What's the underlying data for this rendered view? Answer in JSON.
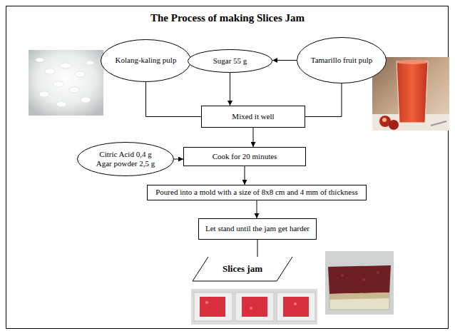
{
  "diagram": {
    "title": "The Process of making Slices Jam",
    "nodes": [
      {
        "text": [
          "Kolang-kaling pulp"
        ]
      },
      {
        "text": [
          "Sugar 55 g"
        ]
      },
      {
        "text": [
          "Tamarillo fruit pulp"
        ]
      },
      {
        "text": [
          "Mixed it well"
        ]
      },
      {
        "text": [
          "Citric Acid 0,4 g",
          "Agar powder 2,5 g"
        ]
      },
      {
        "text": [
          "Cook for 20 minutes"
        ]
      },
      {
        "text": [
          "Poured into a mold with a size of 8x8 cm and 4 mm of thickness"
        ]
      },
      {
        "text": [
          "Let stand until the jam get harder"
        ]
      },
      {
        "text": [
          "Slices jam"
        ]
      }
    ],
    "edges": [
      {
        "from": 0,
        "to": 1,
        "arrow": "to"
      },
      {
        "from": 2,
        "to": 1,
        "arrow": "to"
      },
      {
        "from": 1,
        "to": 3,
        "arrow": "to"
      },
      {
        "from": 0,
        "to": 3,
        "arrow": "none"
      },
      {
        "from": 2,
        "to": 3,
        "arrow": "none"
      },
      {
        "from": 3,
        "to": 5,
        "arrow": "to"
      },
      {
        "from": 4,
        "to": 5,
        "arrow": "to"
      },
      {
        "from": 5,
        "to": 6,
        "arrow": "to"
      },
      {
        "from": 6,
        "to": 7,
        "arrow": "to"
      },
      {
        "from": 7,
        "to": 8,
        "arrow": "none"
      }
    ]
  }
}
